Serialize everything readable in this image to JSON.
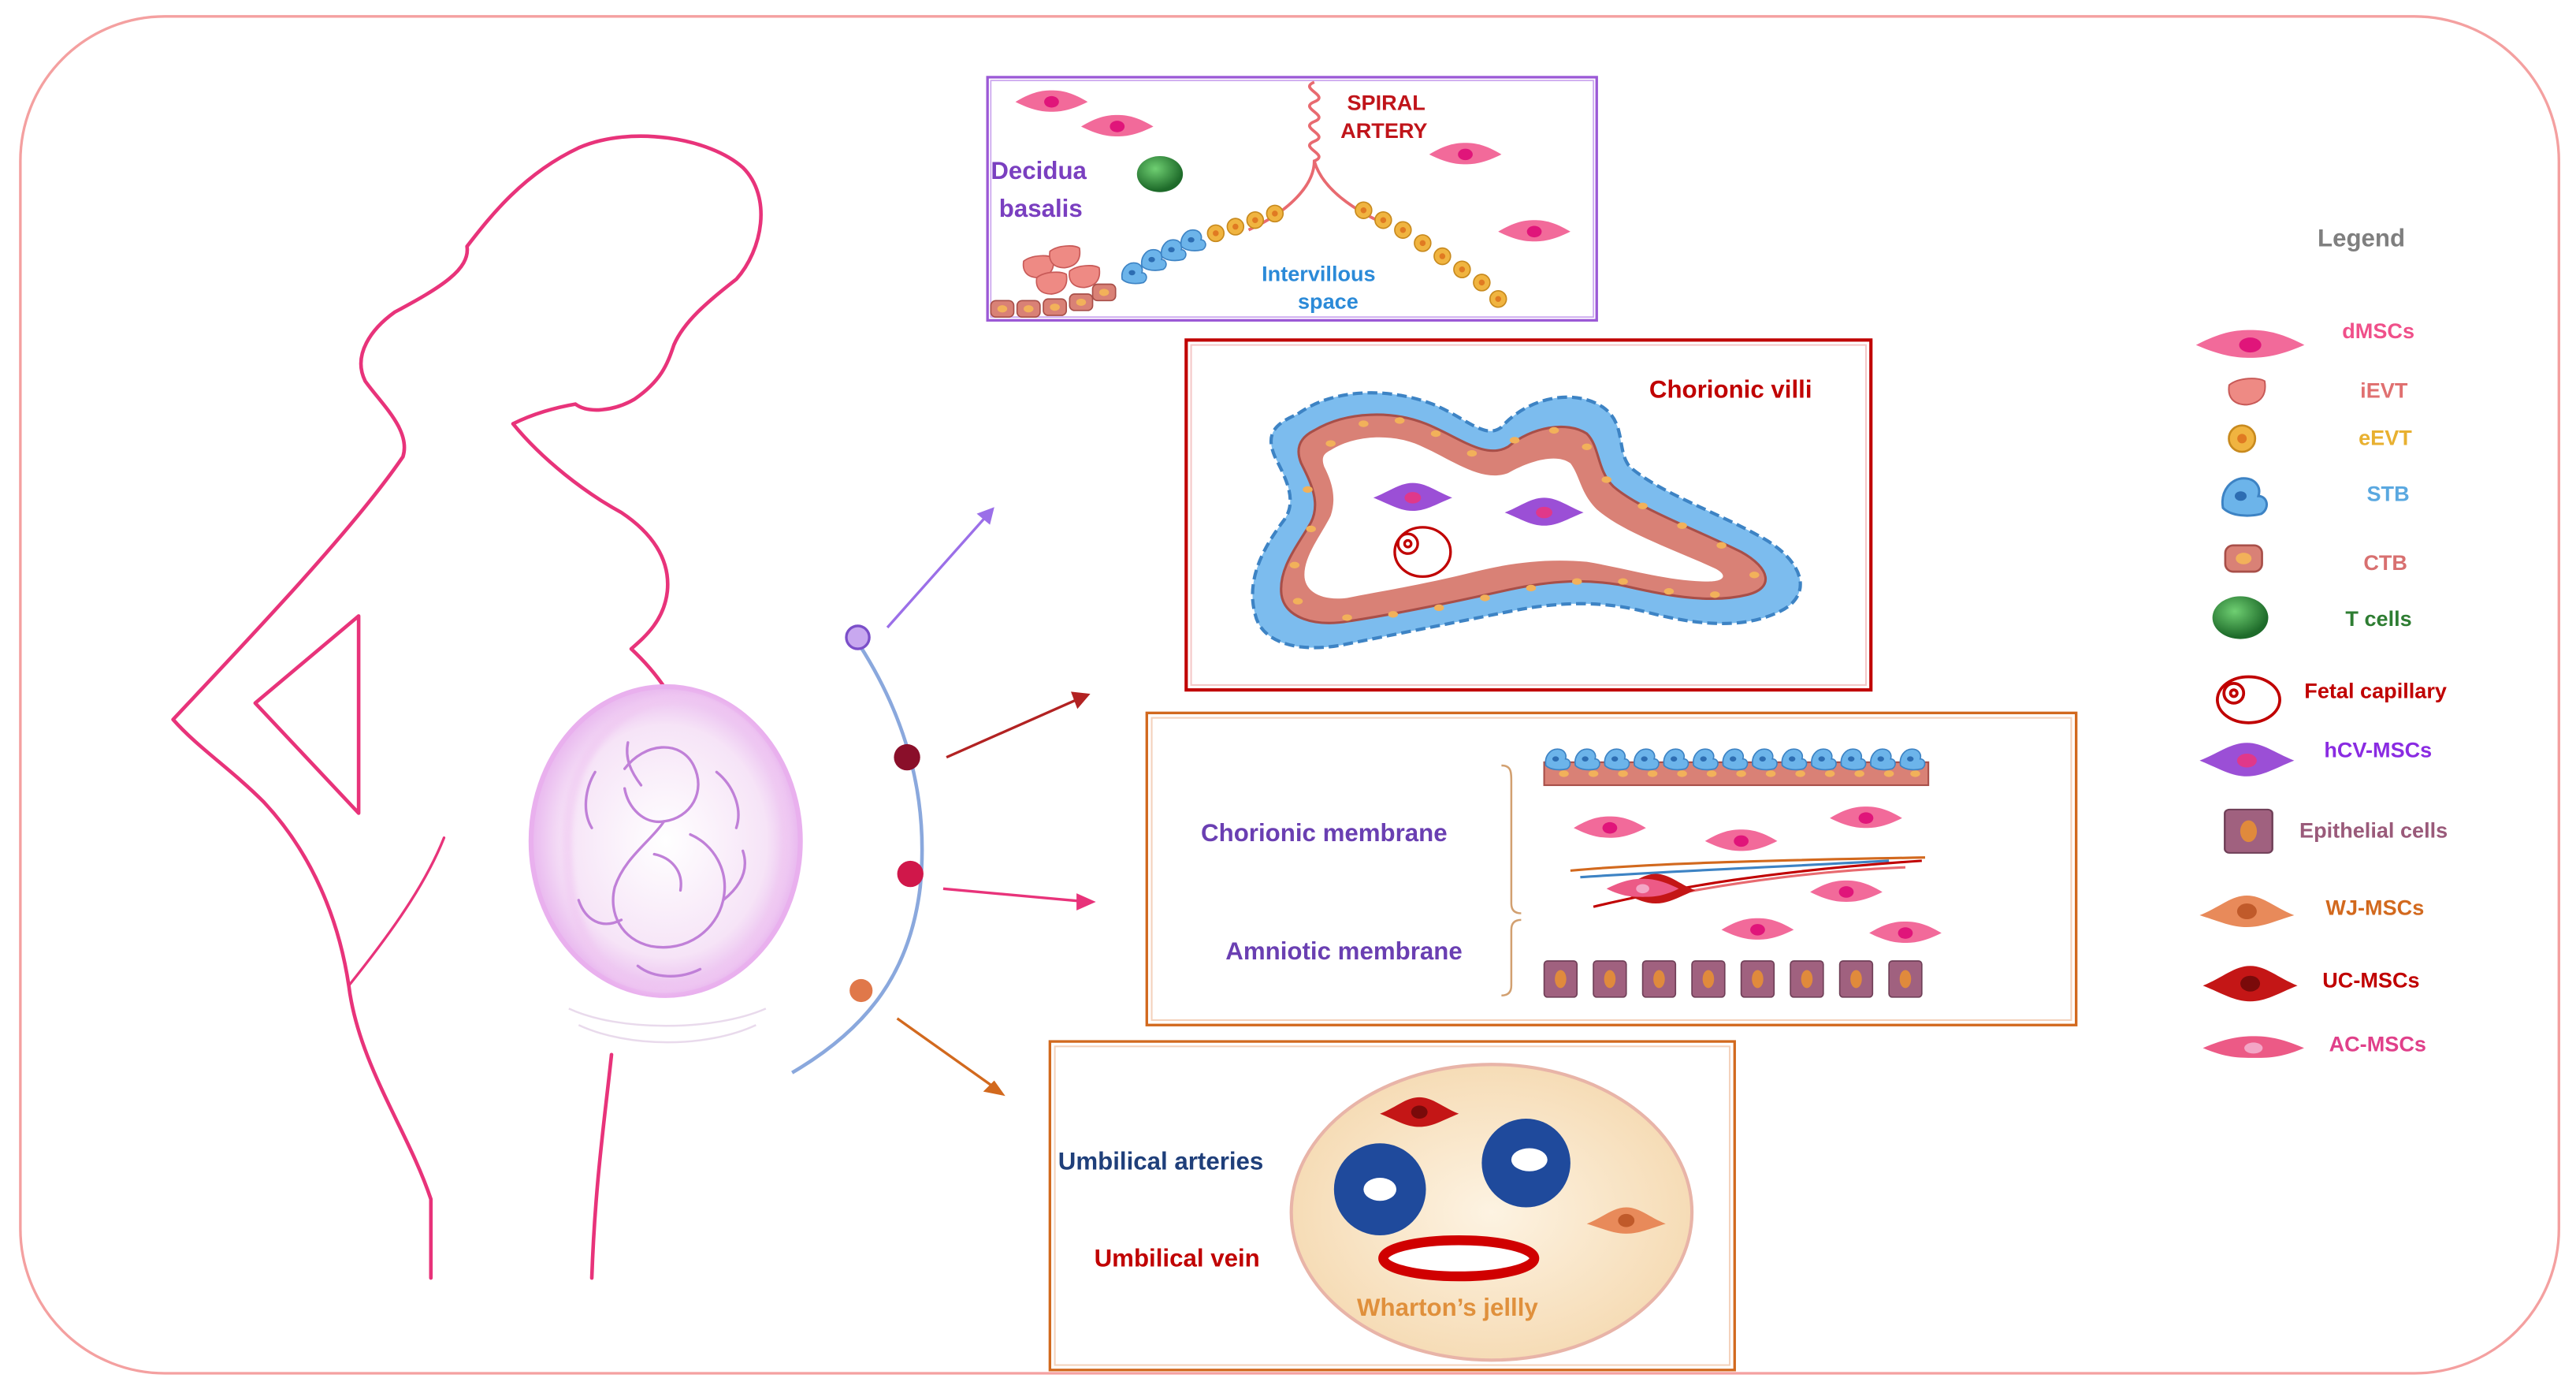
{
  "labels": {
    "spiral_artery_1": "SPIRAL",
    "spiral_artery_2": "ARTERY",
    "decidua_1": "Decidua",
    "decidua_2": "basalis",
    "intervillous_1": "Intervillous",
    "intervillous_2": "space",
    "chorionic_villi": "Chorionic  villi",
    "chorionic_membrane": "Chorionic membrane",
    "amniotic_membrane": "Amniotic membrane",
    "umbilical_arteries": "Umbilical arteries",
    "umbilical_vein": "Umbilical vein",
    "whartons_jelly": "Wharton’s jellly"
  },
  "legend": {
    "title": "Legend",
    "items": [
      {
        "icon": "dmsc-cell-icon",
        "label": "dMSCs",
        "color": "#f0508a"
      },
      {
        "icon": "ievt-cell-icon",
        "label": "iEVT",
        "color": "#e07070"
      },
      {
        "icon": "eevt-cell-icon",
        "label": "eEVT",
        "color": "#e8b030"
      },
      {
        "icon": "stb-cell-icon",
        "label": "STB",
        "color": "#5aa8e0"
      },
      {
        "icon": "ctb-cell-icon",
        "label": "CTB",
        "color": "#d87070"
      },
      {
        "icon": "t-cell-icon",
        "label": "T cells",
        "color": "#2e7d32"
      },
      {
        "icon": "fetal-capillary-icon",
        "label": "Fetal capillary",
        "color": "#c00000"
      },
      {
        "icon": "hcv-msc-cell-icon",
        "label": "hCV-MSCs",
        "color": "#8a2be2"
      },
      {
        "icon": "epithelial-cell-icon",
        "label": "Epithelial cells",
        "color": "#9a5a7a"
      },
      {
        "icon": "wj-msc-cell-icon",
        "label": "WJ-MSCs",
        "color": "#d2691e"
      },
      {
        "icon": "uc-msc-cell-icon",
        "label": "UC-MSCs",
        "color": "#c00000"
      },
      {
        "icon": "ac-msc-cell-icon",
        "label": "AC-MSCs",
        "color": "#e0408a"
      }
    ]
  },
  "colors": {
    "frame": "#f4a0a0",
    "silhouette": "#e8337a",
    "decidua_box": "#9b59d6",
    "villi_box": "#c00000",
    "membrane_box": "#d2691e",
    "cord_box": "#d2691e"
  }
}
